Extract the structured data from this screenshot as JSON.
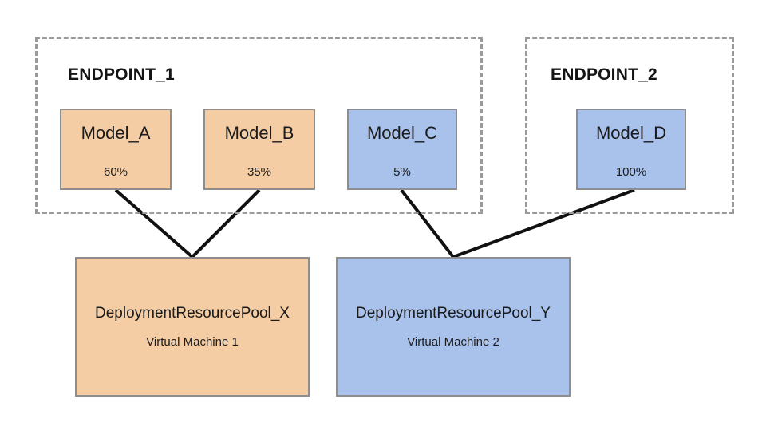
{
  "diagram": {
    "background_color": "#ffffff",
    "palette": {
      "orange_fill": "#f4cda4",
      "blue_fill": "#a8c2ec",
      "box_border": "#8e8e8e",
      "group_border": "#9a9a9a",
      "connector": "#111111"
    }
  },
  "endpoints": [
    {
      "id": "endpoint-1",
      "label": "ENDPOINT_1"
    },
    {
      "id": "endpoint-2",
      "label": "ENDPOINT_2"
    }
  ],
  "models": [
    {
      "id": "model-a",
      "name": "Model_A",
      "traffic_split": "60%",
      "color": "orange"
    },
    {
      "id": "model-b",
      "name": "Model_B",
      "traffic_split": "35%",
      "color": "orange"
    },
    {
      "id": "model-c",
      "name": "Model_C",
      "traffic_split": "5%",
      "color": "blue"
    },
    {
      "id": "model-d",
      "name": "Model_D",
      "traffic_split": "100%",
      "color": "blue"
    }
  ],
  "pools": [
    {
      "id": "pool-x",
      "name": "DeploymentResourcePool_X",
      "machine": "Virtual Machine 1",
      "color": "orange"
    },
    {
      "id": "pool-y",
      "name": "DeploymentResourcePool_Y",
      "machine": "Virtual Machine 2",
      "color": "blue"
    }
  ],
  "connections": [
    {
      "from": "model-a",
      "to": "pool-x"
    },
    {
      "from": "model-b",
      "to": "pool-x"
    },
    {
      "from": "model-c",
      "to": "pool-y"
    },
    {
      "from": "model-d",
      "to": "pool-y"
    }
  ]
}
